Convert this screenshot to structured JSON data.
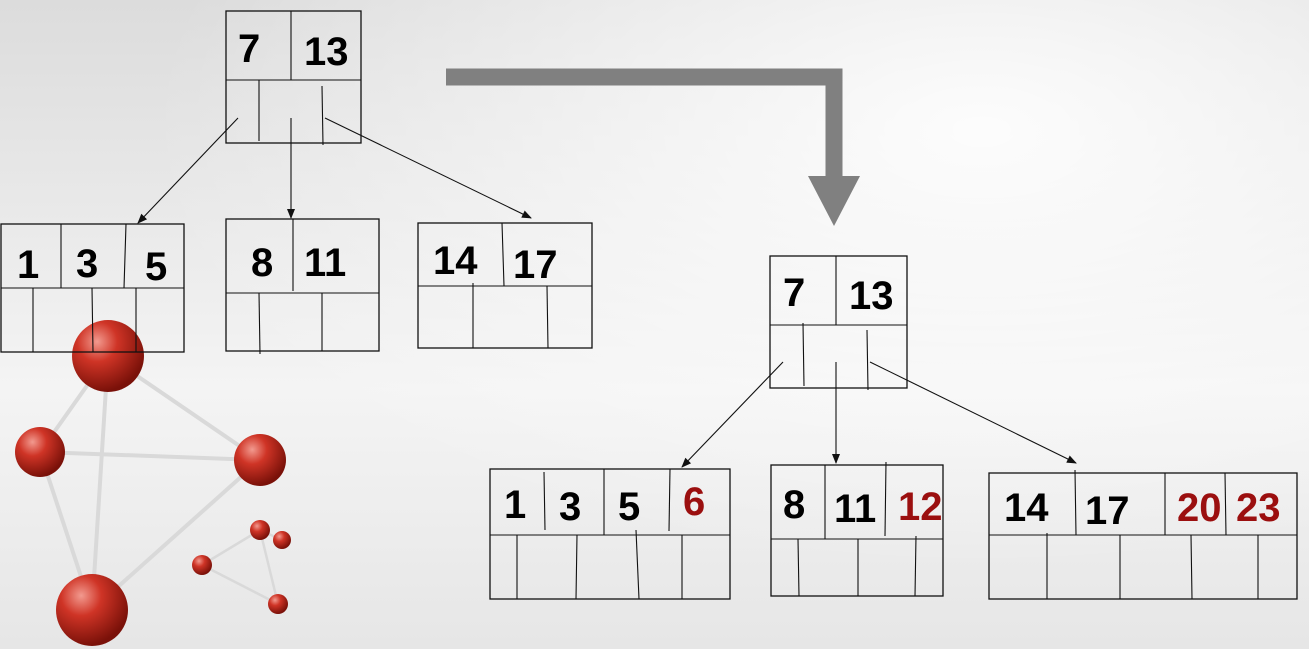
{
  "before_tree": {
    "root": {
      "keys": [
        "7",
        "13"
      ]
    },
    "children": [
      {
        "keys": [
          "1",
          "3",
          "5"
        ]
      },
      {
        "keys": [
          "8",
          "11"
        ]
      },
      {
        "keys": [
          "14",
          "17"
        ]
      }
    ]
  },
  "after_tree": {
    "root": {
      "keys": [
        "7",
        "13"
      ]
    },
    "children": [
      {
        "keys": [
          "1",
          "3",
          "5",
          "6"
        ],
        "new_keys": [
          "6"
        ]
      },
      {
        "keys": [
          "8",
          "11",
          "12"
        ],
        "new_keys": [
          "12"
        ]
      },
      {
        "keys": [
          "14",
          "17",
          "20",
          "23"
        ],
        "new_keys": [
          "20",
          "23"
        ]
      }
    ]
  },
  "colors": {
    "existing_key": "#000000",
    "inserted_key": "#9b0f0f",
    "transition_arrow": "#808080",
    "decoration_spheres": "#c0261c"
  },
  "icons": [
    "transition-arrow",
    "molecule-decoration"
  ]
}
